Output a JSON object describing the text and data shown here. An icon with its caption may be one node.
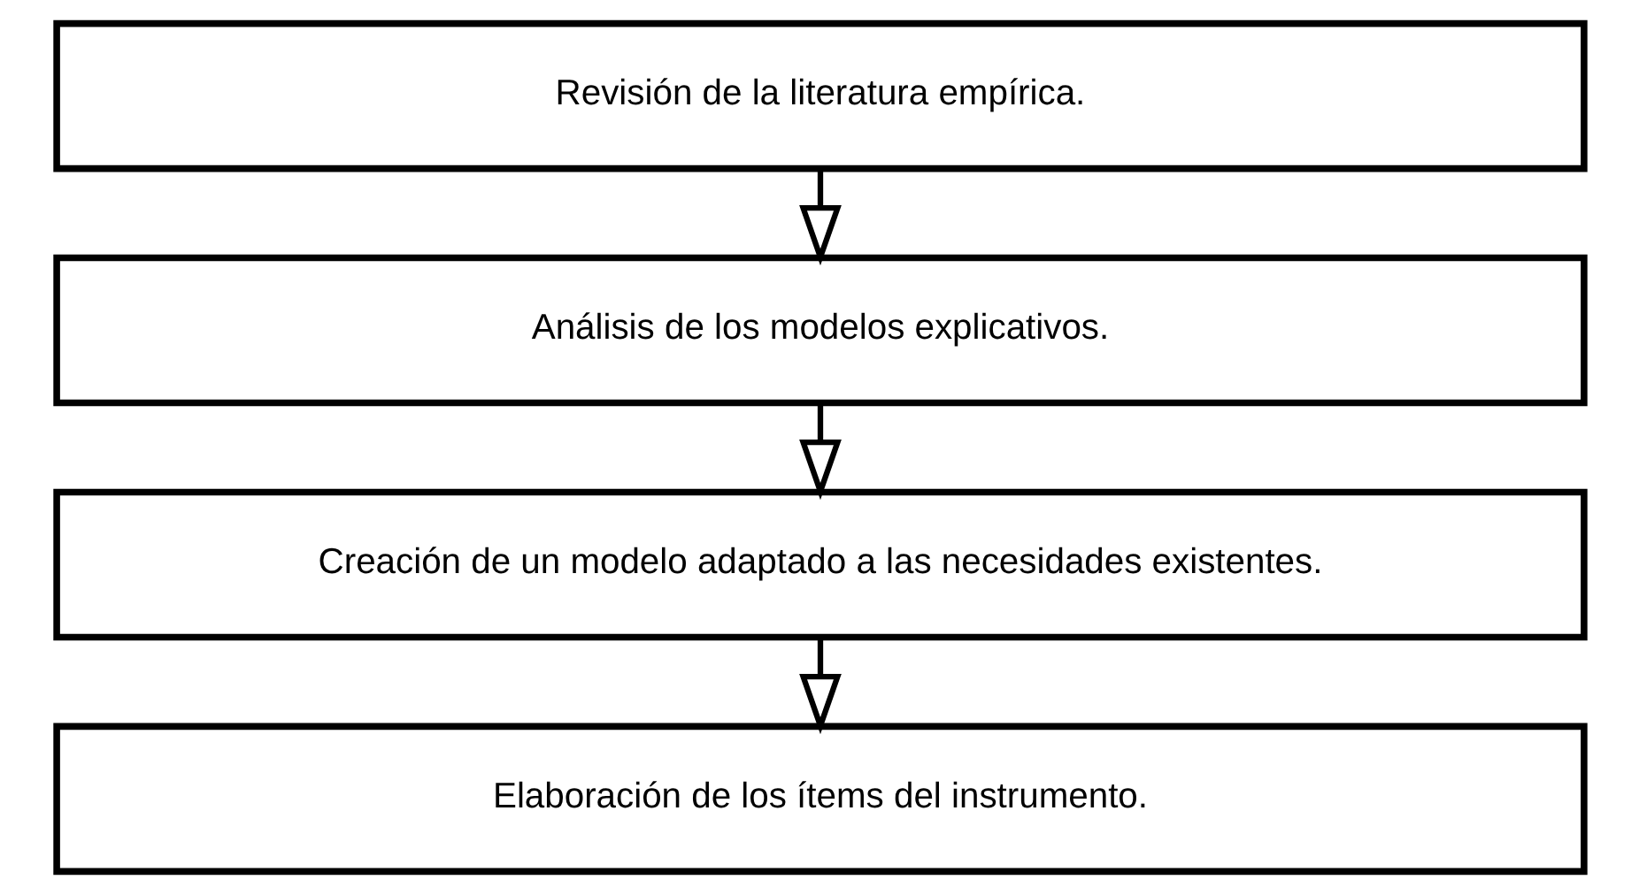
{
  "diagram": {
    "nodes": [
      {
        "text": [
          "Revisión de la literatura empírica."
        ]
      },
      {
        "text": [
          "Análisis de los modelos explicativos."
        ]
      },
      {
        "text": [
          "Creación de un modelo adaptado a las necesidades existentes."
        ]
      },
      {
        "text": [
          "Elaboración de los ítems del instrumento."
        ]
      }
    ],
    "edges": [
      {
        "from": 0,
        "to": 1,
        "arrow": "to"
      },
      {
        "from": 1,
        "to": 2,
        "arrow": "to"
      },
      {
        "from": 2,
        "to": 3,
        "arrow": "to"
      }
    ]
  }
}
